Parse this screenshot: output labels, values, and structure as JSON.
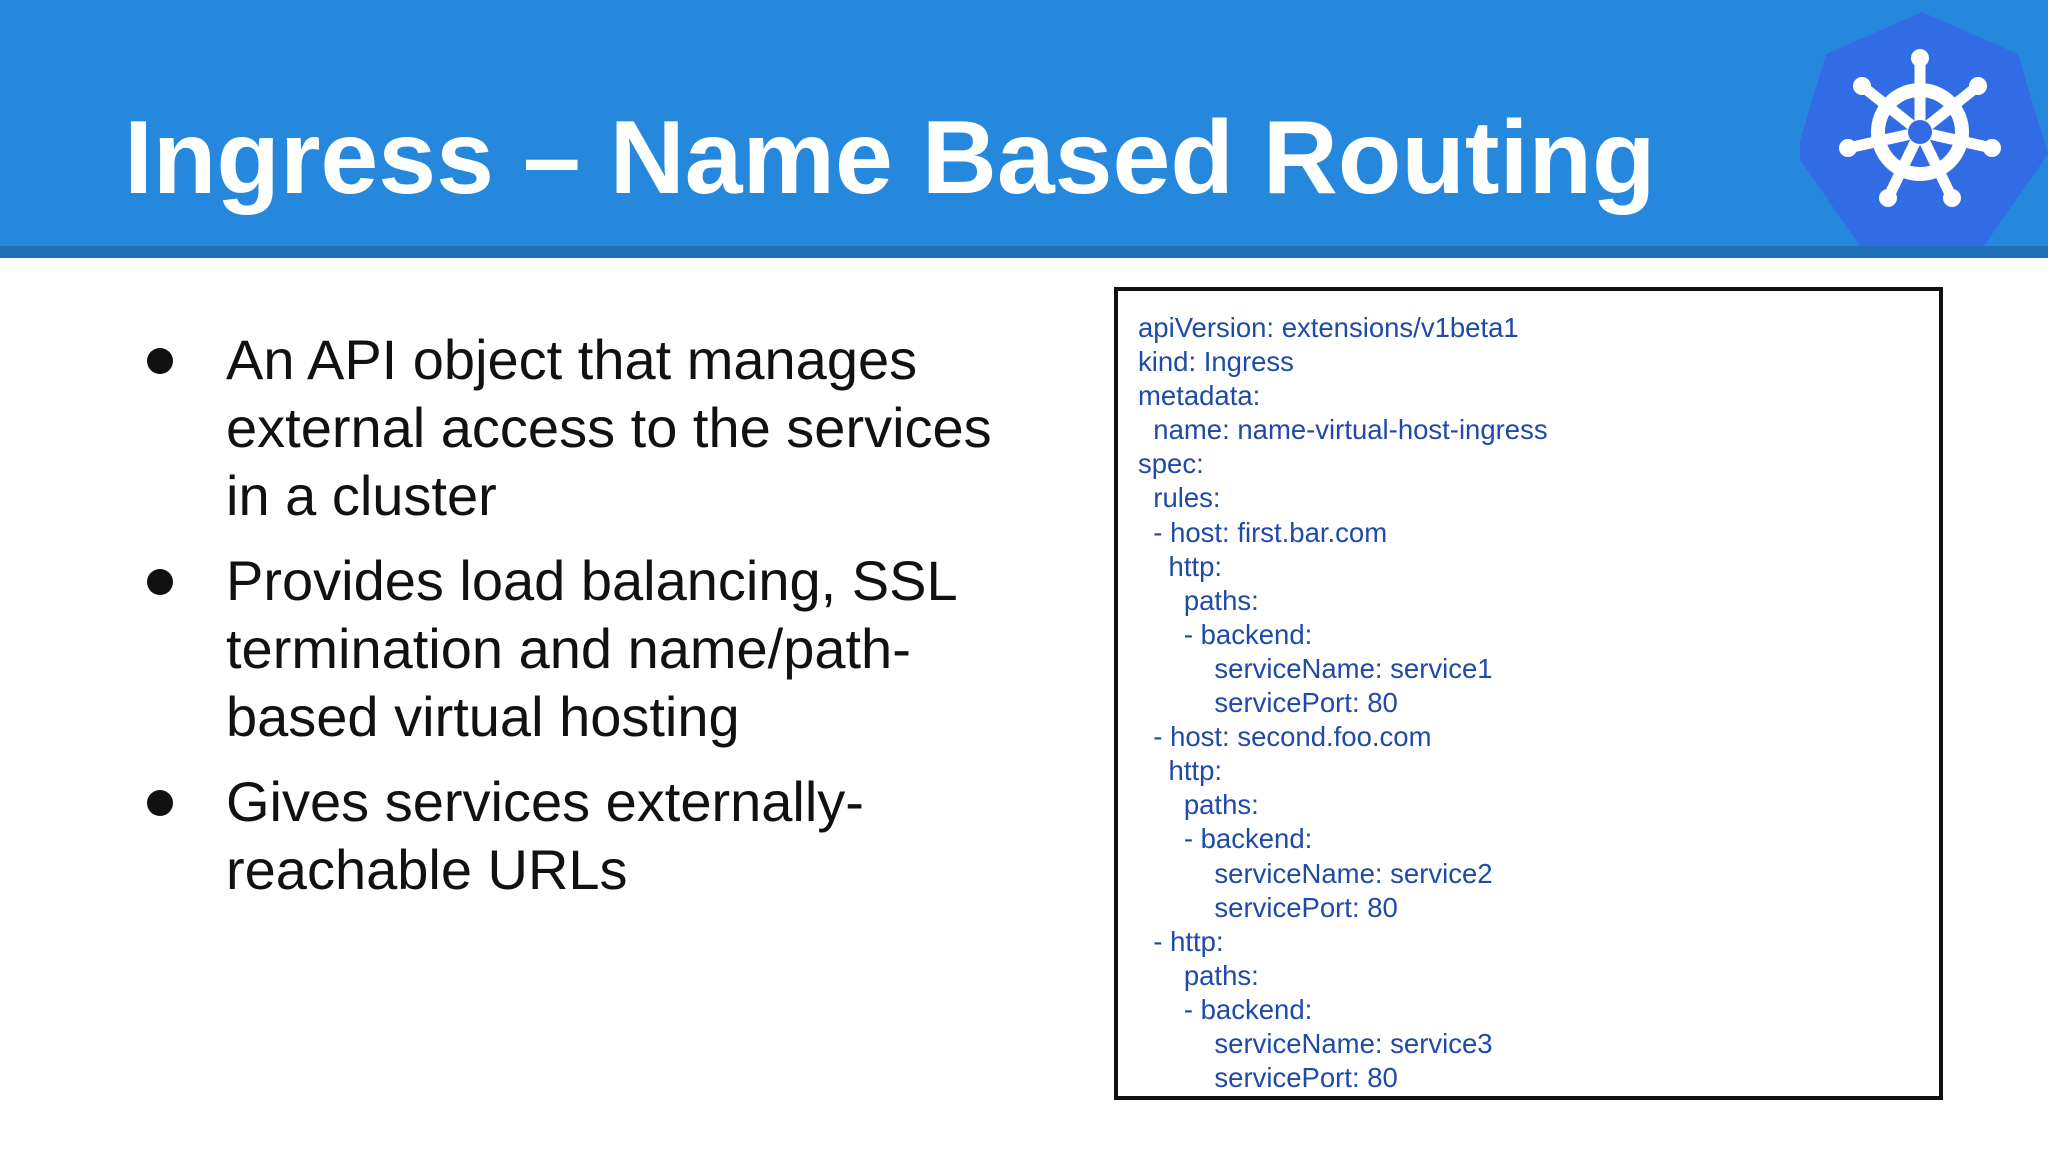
{
  "slide": {
    "title": "Ingress – Name Based Routing",
    "logo_icon": "kubernetes-helm-wheel-icon",
    "colors": {
      "header": "#2688dc",
      "header_rule": "#1f6fb6",
      "code_text": "#1f4aa8",
      "logo": "#326ce5"
    }
  },
  "bullets": [
    {
      "lines": [
        "An API object that manages",
        "external access to the services",
        "in a cluster"
      ]
    },
    {
      "lines": [
        "Provides load balancing, SSL",
        "termination and name/path-",
        "based virtual hosting"
      ]
    },
    {
      "lines": [
        "Gives services externally-",
        "reachable URLs"
      ]
    }
  ],
  "code": [
    "apiVersion: extensions/v1beta1",
    "kind: Ingress",
    "metadata:",
    "  name: name-virtual-host-ingress",
    "spec:",
    "  rules:",
    "  - host: first.bar.com",
    "    http:",
    "      paths:",
    "      - backend:",
    "          serviceName: service1",
    "          servicePort: 80",
    "  - host: second.foo.com",
    "    http:",
    "      paths:",
    "      - backend:",
    "          serviceName: service2",
    "          servicePort: 80",
    "  - http:",
    "      paths:",
    "      - backend:",
    "          serviceName: service3",
    "          servicePort: 80"
  ]
}
